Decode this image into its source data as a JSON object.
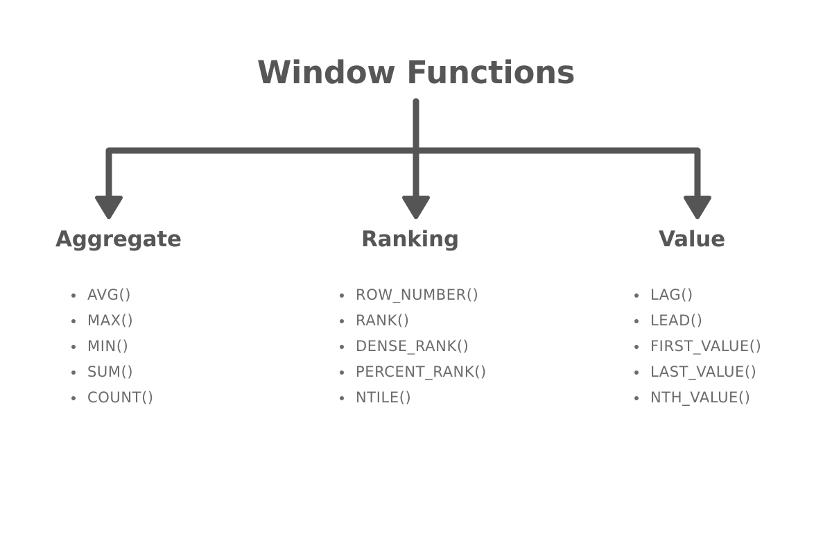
{
  "title": "Window Functions",
  "colors": {
    "line": "#555555",
    "heading": "#565656",
    "item_text": "#6b6b6b",
    "background": "#ffffff"
  },
  "connector": {
    "stem_label": "root-stem",
    "crossbar_label": "horizontal-distributor",
    "arrow_labels": [
      "arrow-to-aggregate",
      "arrow-to-ranking",
      "arrow-to-value"
    ]
  },
  "branches": [
    {
      "id": "aggregate",
      "heading": "Aggregate",
      "items": [
        "AVG()",
        "MAX()",
        "MIN()",
        "SUM()",
        "COUNT()"
      ]
    },
    {
      "id": "ranking",
      "heading": "Ranking",
      "items": [
        "ROW_NUMBER()",
        "RANK()",
        "DENSE_RANK()",
        "PERCENT_RANK()",
        "NTILE()"
      ]
    },
    {
      "id": "value",
      "heading": "Value",
      "items": [
        "LAG()",
        "LEAD()",
        "FIRST_VALUE()",
        "LAST_VALUE()",
        "NTH_VALUE()"
      ]
    }
  ],
  "chart_data": {
    "type": "diagram",
    "title": "Window Functions",
    "structure": "tree",
    "root": "Window Functions",
    "children": [
      {
        "name": "Aggregate",
        "leaves": [
          "AVG()",
          "MAX()",
          "MIN()",
          "SUM()",
          "COUNT()"
        ]
      },
      {
        "name": "Ranking",
        "leaves": [
          "ROW_NUMBER()",
          "RANK()",
          "DENSE_RANK()",
          "PERCENT_RANK()",
          "NTILE()"
        ]
      },
      {
        "name": "Value",
        "leaves": [
          "LAG()",
          "LEAD()",
          "FIRST_VALUE()",
          "LAST_VALUE()",
          "NTH_VALUE()"
        ]
      }
    ]
  }
}
